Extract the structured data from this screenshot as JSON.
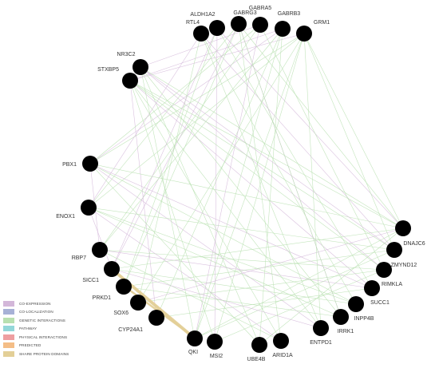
{
  "network": {
    "nodes": [
      {
        "id": "RTL4",
        "label": "RTL4"
      },
      {
        "id": "ALDH1A2",
        "label": "ALDH1A2"
      },
      {
        "id": "GABRG3",
        "label": "GABRG3"
      },
      {
        "id": "GABRA5",
        "label": "GABRA5"
      },
      {
        "id": "GABRB3",
        "label": "GABRB3"
      },
      {
        "id": "GRM1",
        "label": "GRM1"
      },
      {
        "id": "NR3C2",
        "label": "NR3C2"
      },
      {
        "id": "STXBP5",
        "label": "STXBP5"
      },
      {
        "id": "PBX1",
        "label": "PBX1"
      },
      {
        "id": "ENOX1",
        "label": "ENOX1"
      },
      {
        "id": "RBP7",
        "label": "RBP7"
      },
      {
        "id": "SICC1",
        "label": "SICC1"
      },
      {
        "id": "PRKD1",
        "label": "PRKD1"
      },
      {
        "id": "SOX6",
        "label": "SOX6"
      },
      {
        "id": "CYP24A1",
        "label": "CYP24A1"
      },
      {
        "id": "QKI",
        "label": "QKI"
      },
      {
        "id": "MSI2",
        "label": "MSI2"
      },
      {
        "id": "UBE4B",
        "label": "UBE4B"
      },
      {
        "id": "ARID1A",
        "label": "ARID1A"
      },
      {
        "id": "ENTPD1",
        "label": "ENTPD1"
      },
      {
        "id": "IRRK1",
        "label": "IRRK1"
      },
      {
        "id": "INPP4B",
        "label": "INPP4B"
      },
      {
        "id": "SUCC1",
        "label": "SUCC1"
      },
      {
        "id": "RIMKLA",
        "label": "RIMKLA"
      },
      {
        "id": "ZMYND12",
        "label": "ZMYND12"
      },
      {
        "id": "DNAJC6",
        "label": "DNAJC6"
      }
    ],
    "edges": [
      {
        "from": "GABRB3",
        "to": "STXBP5",
        "type": "co_expression"
      },
      {
        "from": "GABRB3",
        "to": "PBX1",
        "type": "co_expression"
      },
      {
        "from": "GABRA5",
        "to": "NR3C2",
        "type": "co_expression"
      },
      {
        "from": "GABRA5",
        "to": "RBP7",
        "type": "genetic"
      },
      {
        "from": "GABRG3",
        "to": "ENOX1",
        "type": "genetic"
      },
      {
        "from": "GABRG3",
        "to": "SICC1",
        "type": "co_expression"
      },
      {
        "from": "ALDH1A2",
        "to": "PRKD1",
        "type": "genetic"
      },
      {
        "from": "ALDH1A2",
        "to": "DNAJC6",
        "type": "co_expression"
      },
      {
        "from": "RTL4",
        "to": "SOX6",
        "type": "genetic"
      },
      {
        "from": "RTL4",
        "to": "ZMYND12",
        "type": "co_expression"
      },
      {
        "from": "GRM1",
        "to": "QKI",
        "type": "genetic"
      },
      {
        "from": "GRM1",
        "to": "STXBP5",
        "type": "co_expression"
      },
      {
        "from": "GRM1",
        "to": "PBX1",
        "type": "genetic"
      },
      {
        "from": "GRM1",
        "to": "MSI2",
        "type": "genetic"
      },
      {
        "from": "NR3C2",
        "to": "DNAJC6",
        "type": "genetic"
      },
      {
        "from": "NR3C2",
        "to": "RIMKLA",
        "type": "co_expression"
      },
      {
        "from": "NR3C2",
        "to": "UBE4B",
        "type": "genetic"
      },
      {
        "from": "STXBP5",
        "to": "ZMYND12",
        "type": "genetic"
      },
      {
        "from": "STXBP5",
        "to": "SUCC1",
        "type": "co_expression"
      },
      {
        "from": "STXBP5",
        "to": "ARID1A",
        "type": "genetic"
      },
      {
        "from": "STXBP5",
        "to": "CYP24A1",
        "type": "co_expression"
      },
      {
        "from": "PBX1",
        "to": "DNAJC6",
        "type": "genetic"
      },
      {
        "from": "PBX1",
        "to": "INPP4B",
        "type": "genetic"
      },
      {
        "from": "PBX1",
        "to": "ENTPD1",
        "type": "co_expression"
      },
      {
        "from": "PBX1",
        "to": "GABRA5",
        "type": "genetic"
      },
      {
        "from": "ENOX1",
        "to": "ZMYND12",
        "type": "genetic"
      },
      {
        "from": "ENOX1",
        "to": "IRRK1",
        "type": "genetic"
      },
      {
        "from": "ENOX1",
        "to": "RTL4",
        "type": "co_expression"
      },
      {
        "from": "ENOX1",
        "to": "GRM1",
        "type": "genetic"
      },
      {
        "from": "RBP7",
        "to": "RIMKLA",
        "type": "genetic"
      },
      {
        "from": "RBP7",
        "to": "SUCC1",
        "type": "co_expression"
      },
      {
        "from": "RBP7",
        "to": "GABRB3",
        "type": "genetic"
      },
      {
        "from": "SICC1",
        "to": "DNAJC6",
        "type": "genetic"
      },
      {
        "from": "SICC1",
        "to": "INPP4B",
        "type": "genetic"
      },
      {
        "from": "SICC1",
        "to": "ALDH1A2",
        "type": "co_expression"
      },
      {
        "from": "PRKD1",
        "to": "ZMYND12",
        "type": "genetic"
      },
      {
        "from": "PRKD1",
        "to": "GABRG3",
        "type": "genetic"
      },
      {
        "from": "SOX6",
        "to": "RIMKLA",
        "type": "genetic"
      },
      {
        "from": "SOX6",
        "to": "GRM1",
        "type": "genetic"
      },
      {
        "from": "SOX6",
        "to": "DNAJC6",
        "type": "co_expression"
      },
      {
        "from": "CYP24A1",
        "to": "GABRB3",
        "type": "genetic"
      },
      {
        "from": "CYP24A1",
        "to": "SUCC1",
        "type": "genetic"
      },
      {
        "from": "QKI",
        "to": "DNAJC6",
        "type": "genetic"
      },
      {
        "from": "QKI",
        "to": "NR3C2",
        "type": "genetic"
      },
      {
        "from": "QKI",
        "to": "GABRA5",
        "type": "co_expression"
      },
      {
        "from": "QKI",
        "to": "ZMYND12",
        "type": "genetic"
      },
      {
        "from": "MSI2",
        "to": "STXBP5",
        "type": "genetic"
      },
      {
        "from": "MSI2",
        "to": "RIMKLA",
        "type": "genetic"
      },
      {
        "from": "MSI2",
        "to": "ALDH1A2",
        "type": "co_expression"
      },
      {
        "from": "UBE4B",
        "to": "PBX1",
        "type": "genetic"
      },
      {
        "from": "UBE4B",
        "to": "GABRB3",
        "type": "genetic"
      },
      {
        "from": "UBE4B",
        "to": "DNAJC6",
        "type": "genetic"
      },
      {
        "from": "ARID1A",
        "to": "GABRG3",
        "type": "genetic"
      },
      {
        "from": "ARID1A",
        "to": "ENOX1",
        "type": "co_expression"
      },
      {
        "from": "ARID1A",
        "to": "RBP7",
        "type": "genetic"
      },
      {
        "from": "ENTPD1",
        "to": "STXBP5",
        "type": "genetic"
      },
      {
        "from": "ENTPD1",
        "to": "GRM1",
        "type": "genetic"
      },
      {
        "from": "ENTPD1",
        "to": "SICC1",
        "type": "co_expression"
      },
      {
        "from": "IRRK1",
        "to": "NR3C2",
        "type": "genetic"
      },
      {
        "from": "IRRK1",
        "to": "GABRG3",
        "type": "co_expression"
      },
      {
        "from": "IRRK1",
        "to": "PRKD1",
        "type": "genetic"
      },
      {
        "from": "INPP4B",
        "to": "RTL4",
        "type": "genetic"
      },
      {
        "from": "INPP4B",
        "to": "ENOX1",
        "type": "genetic"
      },
      {
        "from": "SUCC1",
        "to": "ALDH1A2",
        "type": "genetic"
      },
      {
        "from": "SUCC1",
        "to": "PBX1",
        "type": "co_expression"
      },
      {
        "from": "RIMKLA",
        "to": "GABRA5",
        "type": "genetic"
      },
      {
        "from": "RIMKLA",
        "to": "STXBP5",
        "type": "genetic"
      },
      {
        "from": "ZMYND12",
        "to": "GRM1",
        "type": "genetic"
      },
      {
        "from": "ZMYND12",
        "to": "NR3C2",
        "type": "co_expression"
      },
      {
        "from": "DNAJC6",
        "to": "STXBP5",
        "type": "genetic"
      },
      {
        "from": "DNAJC6",
        "to": "GABRG3",
        "type": "genetic"
      },
      {
        "from": "DNAJC6",
        "to": "GRM1",
        "type": "genetic"
      },
      {
        "from": "GABRB3",
        "to": "QKI",
        "type": "genetic"
      },
      {
        "from": "RTL4",
        "to": "ENTPD1",
        "type": "genetic"
      },
      {
        "from": "GABRG3",
        "to": "IRRK1",
        "type": "genetic"
      },
      {
        "from": "PBX1",
        "to": "RBP7",
        "type": "co_expression"
      },
      {
        "from": "ENOX1",
        "to": "SICC1",
        "type": "co_expression"
      },
      {
        "from": "SICC1",
        "to": "QKI",
        "type": "shared_domains"
      },
      {
        "from": "SICC1",
        "to": "QKI",
        "type": "shared_domains"
      },
      {
        "from": "PRKD1",
        "to": "QKI",
        "type": "shared_domains"
      }
    ]
  },
  "legend": {
    "items": [
      {
        "label": "CO-EXPRESSION",
        "color": "#d3b7d9"
      },
      {
        "label": "CO-LOCALIZATION",
        "color": "#a7b1d6"
      },
      {
        "label": "GENETIC INTERACTIONS",
        "color": "#b9e0b0"
      },
      {
        "label": "PATHWAY",
        "color": "#93d7d9"
      },
      {
        "label": "PHYSICAL INTERACTIONS",
        "color": "#ee9ea0"
      },
      {
        "label": "PREDICTED",
        "color": "#f4bd86"
      },
      {
        "label": "SHARE PROTEIN DOMAINS",
        "color": "#e3cf97"
      }
    ]
  },
  "edge_colors": {
    "co_expression": "#d3b7d9",
    "genetic": "#b9e0b0",
    "shared_domains": "#e3cf97"
  },
  "node_color": "#000000"
}
